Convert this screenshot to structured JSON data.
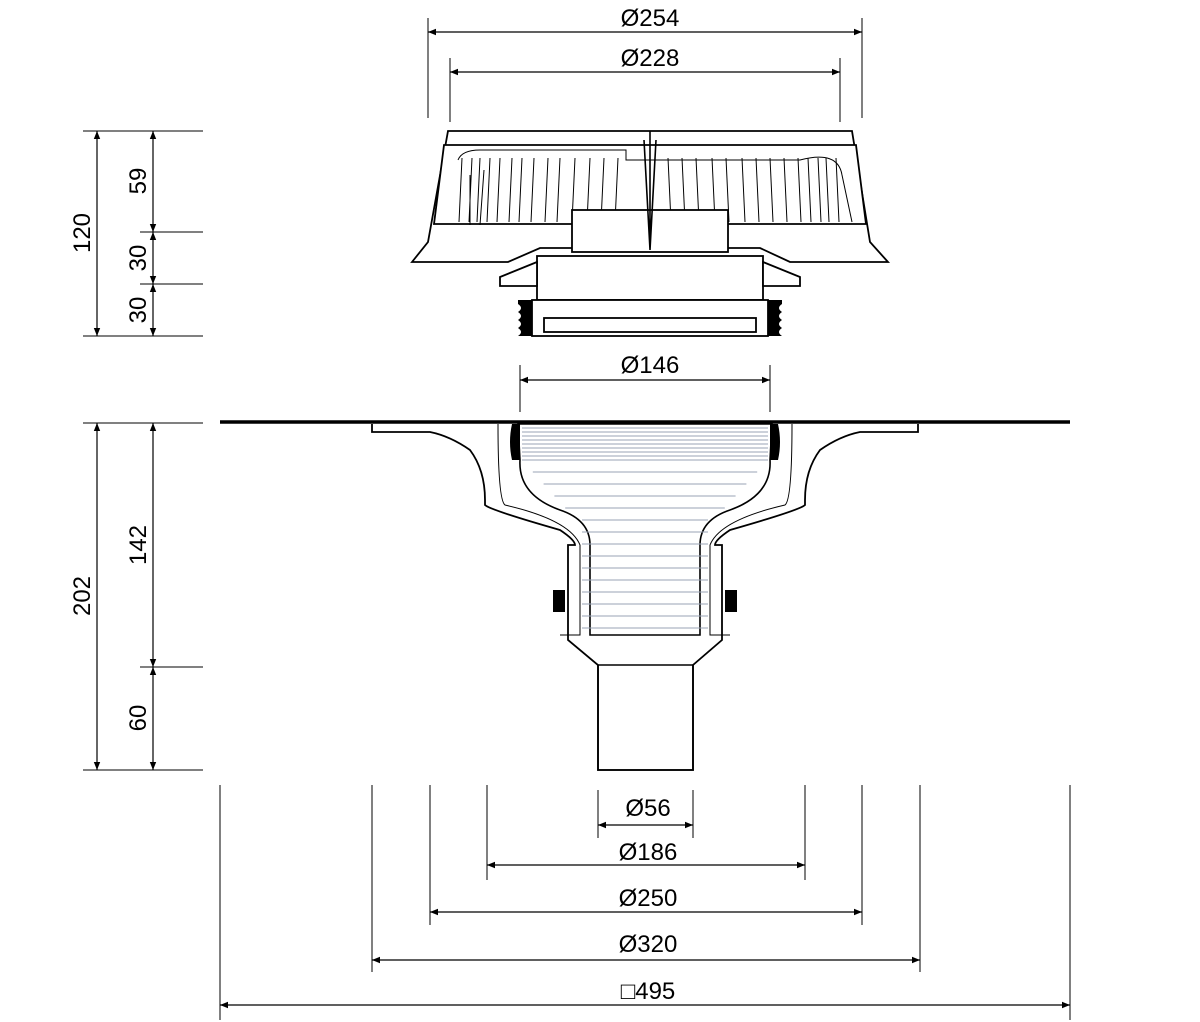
{
  "title": "Roof drain with gravel guard – dimensional drawing",
  "dimensions": {
    "top_outer_diameter": "Ø254",
    "top_inner_diameter": "Ø228",
    "top_total_height": "120",
    "top_grate_height": "59",
    "top_mid_height": "30",
    "top_bottom_height": "30",
    "spigot_diameter": "Ø146",
    "body_total_height": "202",
    "body_upper_height": "142",
    "outlet_height": "60",
    "outlet_diameter": "Ø56",
    "bowl_diameter": "Ø186",
    "flange_inner_diameter": "Ø250",
    "flange_outer_diameter": "Ø320",
    "membrane_square": "□495"
  },
  "colors": {
    "line": "#000000",
    "background": "#ffffff",
    "hatch": "#9aa3b5"
  }
}
